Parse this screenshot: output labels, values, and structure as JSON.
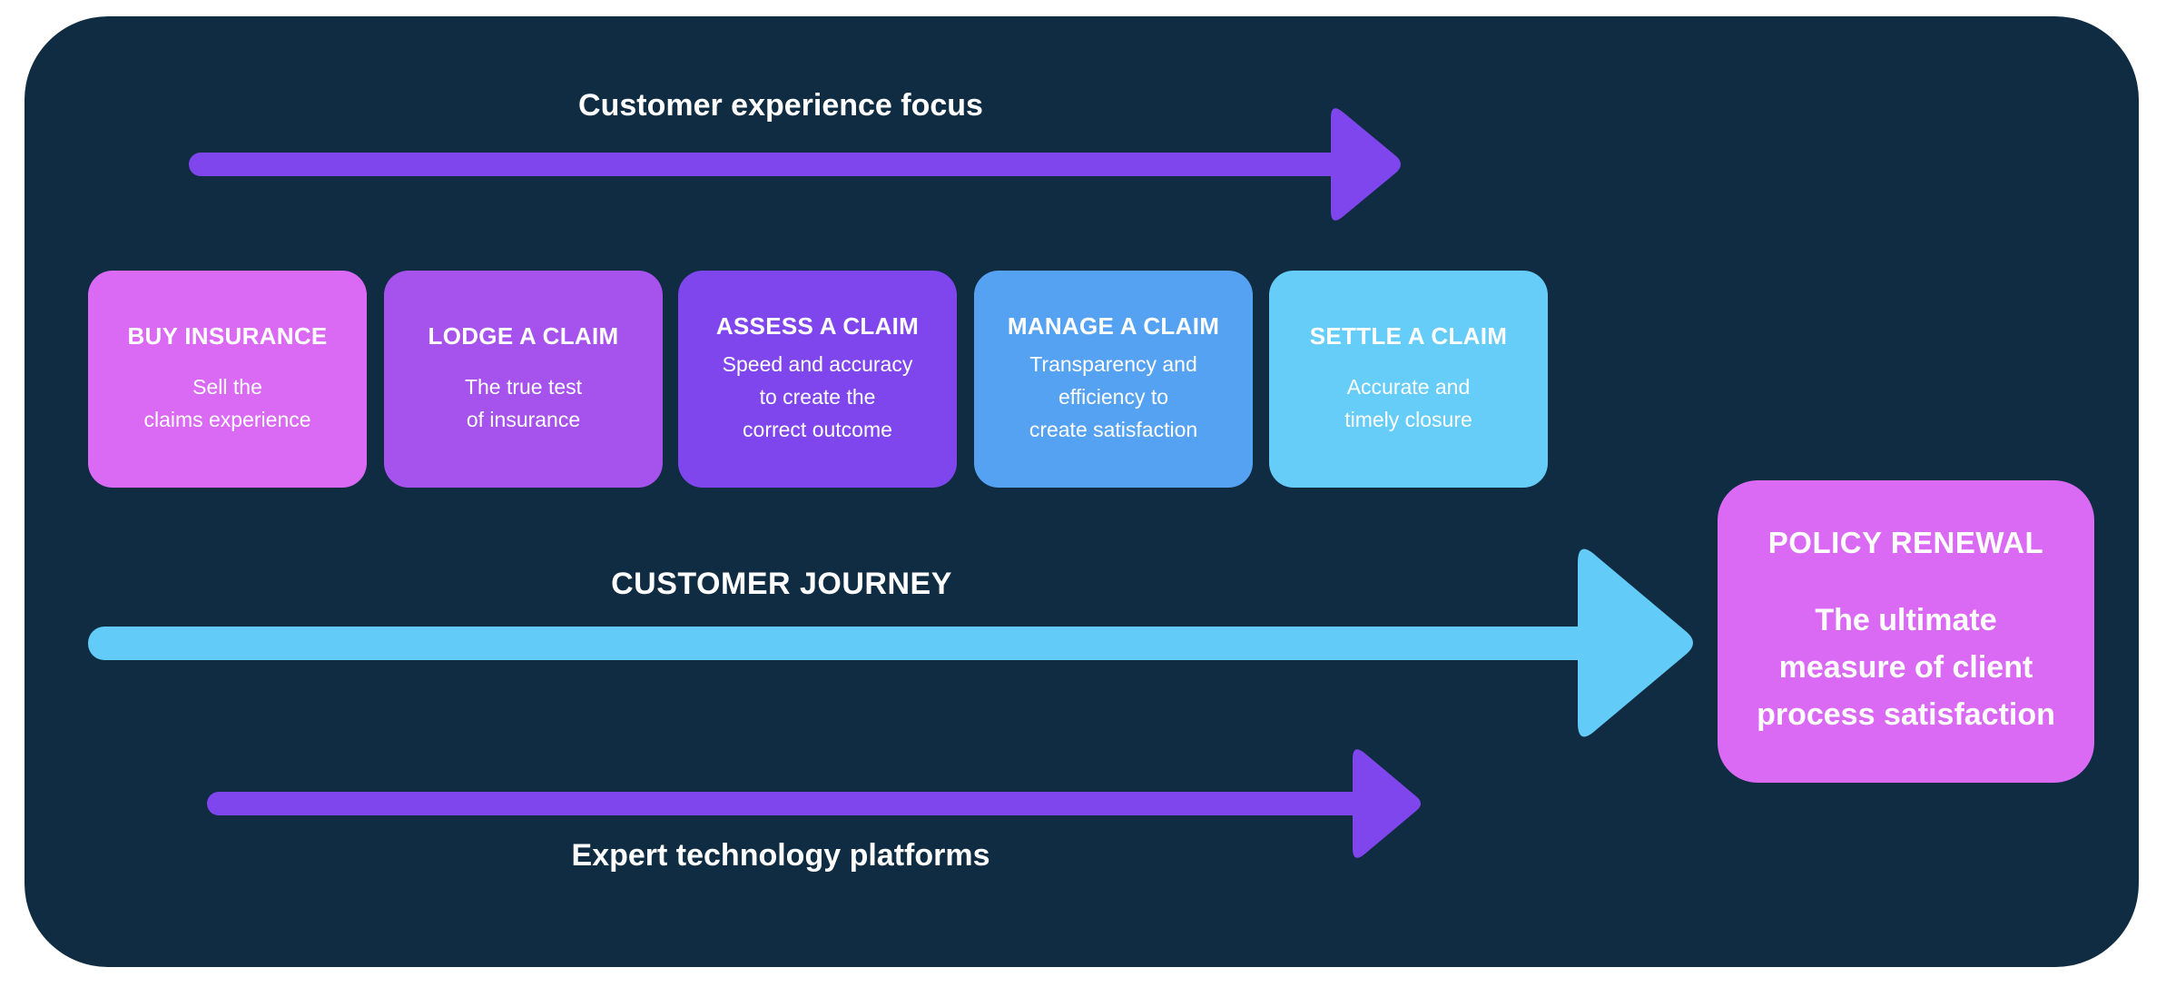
{
  "diagram": {
    "top_arrow_label": "Customer experience focus",
    "journey_label": "CUSTOMER JOURNEY",
    "bottom_arrow_label": "Expert technology platforms",
    "colors": {
      "background": "#0f2c42",
      "purple_arrow": "#8046ee",
      "blue_arrow": "#63cbf8",
      "text": "#ffffff"
    },
    "stages": [
      {
        "title": "BUY INSURANCE",
        "lines": [
          "Sell the",
          "claims experience"
        ],
        "color": "#da6af4"
      },
      {
        "title": "LODGE A CLAIM",
        "lines": [
          "The true test",
          "of insurance"
        ],
        "color": "#a652ec"
      },
      {
        "title": "ASSESS A CLAIM",
        "lines": [
          "Speed and accuracy",
          "to create the",
          "correct outcome"
        ],
        "color": "#8046ee"
      },
      {
        "title": "MANAGE A CLAIM",
        "lines": [
          "Transparency and",
          "efficiency to",
          "create satisfaction"
        ],
        "color": "#56a2f2"
      },
      {
        "title": "SETTLE A CLAIM",
        "lines": [
          "Accurate and",
          "timely closure"
        ],
        "color": "#66ccf8"
      }
    ],
    "outcome": {
      "title": "POLICY RENEWAL",
      "lines": [
        "The ultimate",
        "measure of client",
        "process satisfaction"
      ],
      "color": "#da6af4"
    }
  }
}
